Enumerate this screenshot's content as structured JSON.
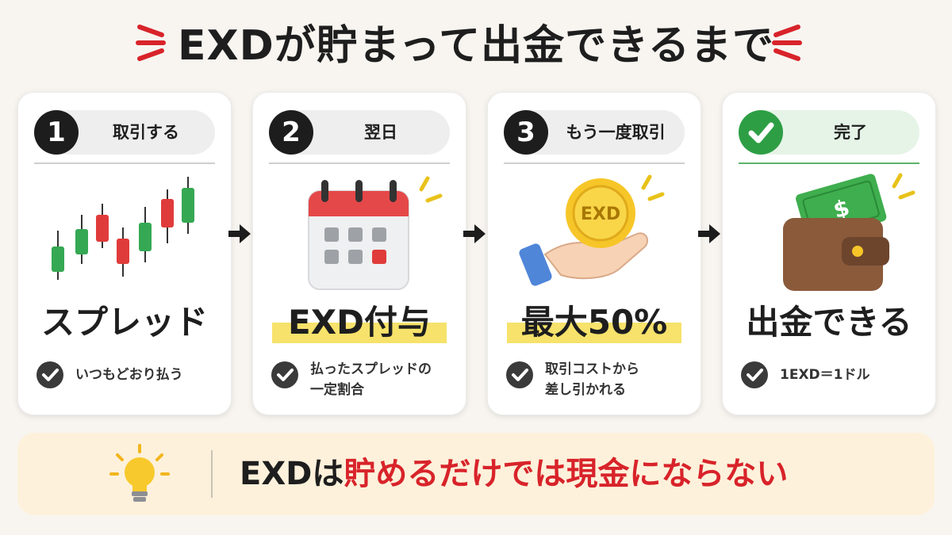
{
  "title": "EXDが貯まって出金できるまで",
  "steps": [
    {
      "badge": "1",
      "label": "取引する",
      "headline": "スプレッド",
      "note": "いつもどおり払う"
    },
    {
      "badge": "2",
      "label": "翌日",
      "headline": "EXD付与",
      "note": "払ったスプレッドの\n一定割合"
    },
    {
      "badge": "3",
      "label": "もう一度取引",
      "headline": "最大50%",
      "note": "取引コストから\n差し引かれる",
      "coin_text": "EXD"
    },
    {
      "badge": "",
      "label": "完了",
      "headline": "出金できる",
      "note": "1EXD＝1ドル"
    }
  ],
  "banner": {
    "prefix": "EXDは",
    "emphasis": "貯めるだけでは現金にならない"
  },
  "colors": {
    "accent_red": "#d8232a",
    "highlight_yellow": "#f7e26b",
    "success_green": "#2e9e45"
  }
}
